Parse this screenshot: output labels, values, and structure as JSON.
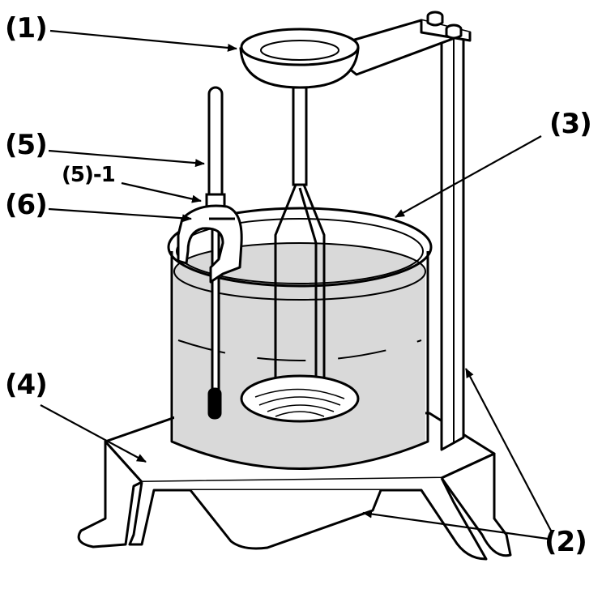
{
  "labels": {
    "l1": "(1)",
    "l2": "(2)",
    "l3": "(3)",
    "l4": "(4)",
    "l5": "(5)",
    "l5_1": "(5)-1",
    "l6": "(6)"
  },
  "colors": {
    "ink": "#000000",
    "paper": "#ffffff",
    "liquid": "#d9d9d9",
    "shade": "#c8c8c8"
  }
}
